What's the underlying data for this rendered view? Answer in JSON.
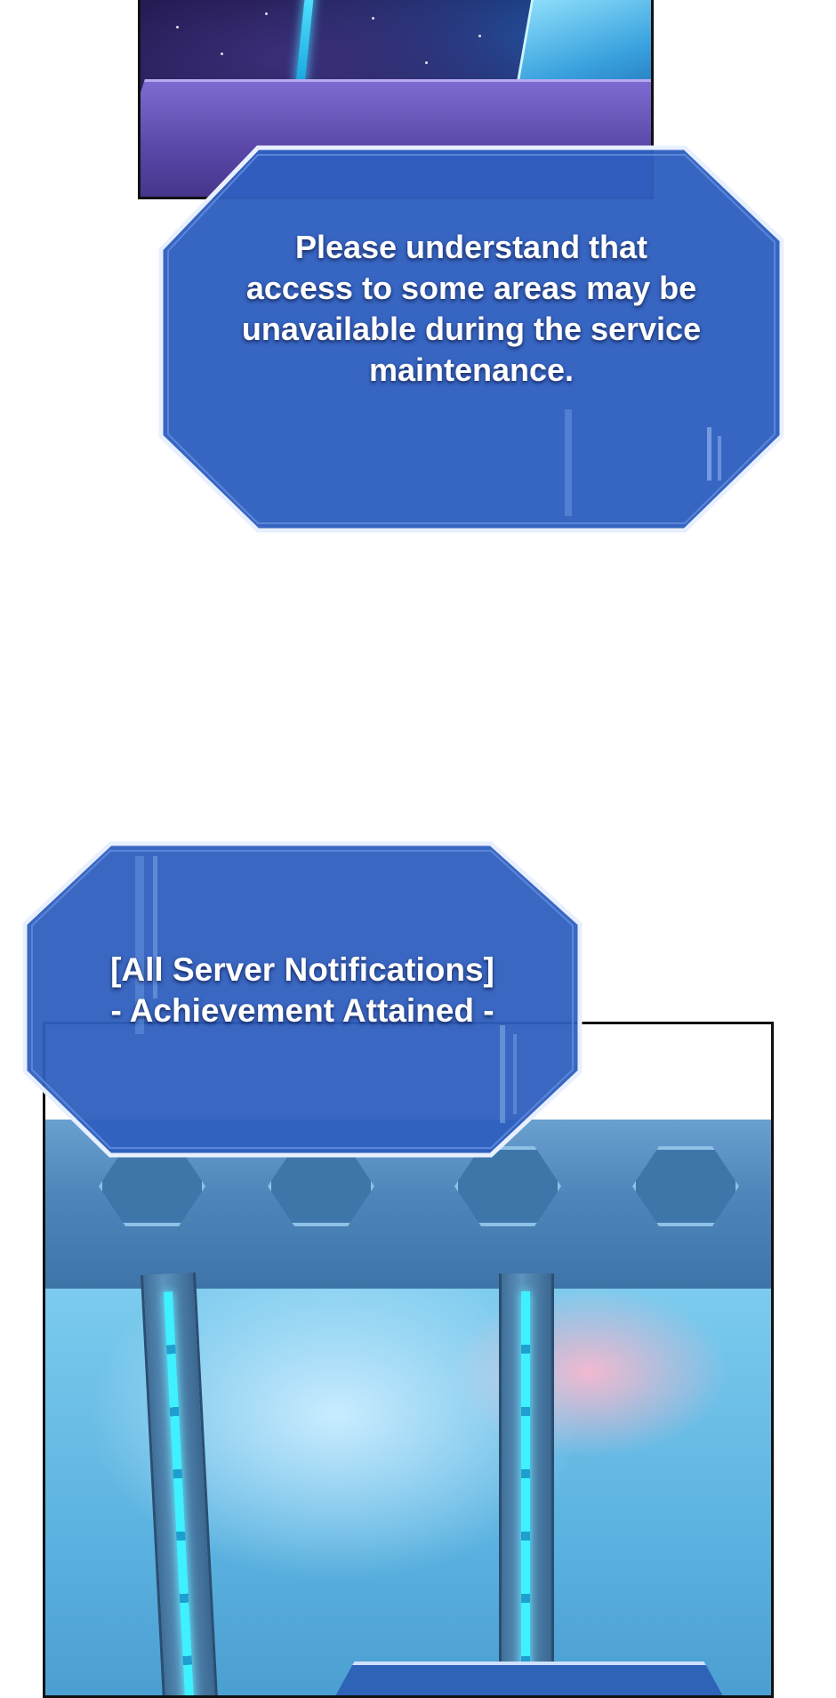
{
  "notices": {
    "maintenance": "Please understand that access to some areas may be unavailable during the service maintenance.",
    "achievement_line1": "[All Server Notifications]",
    "achievement_line2": "- Achievement Attained -"
  },
  "colors": {
    "notice_fill": "#2f5fbf",
    "notice_border": "#e8f0ff",
    "page_background": "#ffffff",
    "panel_border": "#111111"
  }
}
